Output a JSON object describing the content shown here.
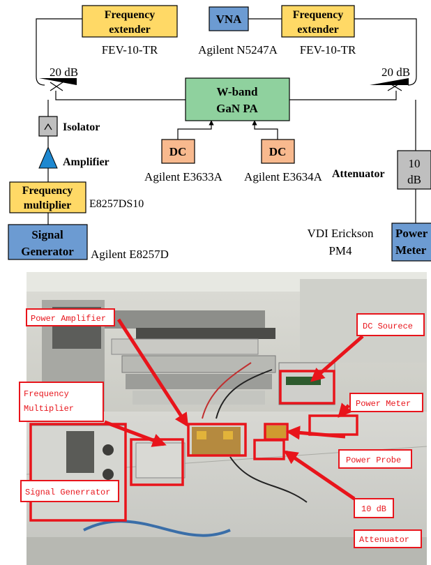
{
  "colors": {
    "yellow": "#FFD966",
    "blue": "#6C9BD2",
    "green": "#8FD19E",
    "orange": "#F8B98E",
    "gray": "#BFBFBF",
    "amp_blue": "#1E88D0",
    "callout_red": "#E8141B"
  },
  "diagram": {
    "boxes": {
      "freq_ext_left": [
        "Frequency",
        "extender"
      ],
      "vna": "VNA",
      "freq_ext_right": [
        "Frequency",
        "extender"
      ],
      "pa": [
        "W-band",
        "GaN PA"
      ],
      "dc_left": "DC",
      "dc_right": "DC",
      "freq_mult": [
        "Frequency",
        "multiplier"
      ],
      "sig_gen": [
        "Signal",
        "Generator"
      ],
      "atten": [
        "10",
        "dB"
      ],
      "power_meter": [
        "Power",
        "Meter"
      ]
    },
    "labels": {
      "fev_left": "FEV-10-TR",
      "vna_model": "Agilent N5247A",
      "fev_right": "FEV-10-TR",
      "coupler_left": "20 dB",
      "coupler_right": "20 dB",
      "isolator": "Isolator",
      "amplifier": "Amplifier",
      "dc_left_model": "Agilent E3633A",
      "dc_right_model": "Agilent E3634A",
      "attenuator": "Attenuator",
      "mult_model": "E8257DS10",
      "sig_gen_model": "Agilent E8257D",
      "pm_model": [
        "VDI Erickson",
        "PM4"
      ]
    }
  },
  "photo_callouts": {
    "power_amplifier": "Power Amplifier",
    "dc_source": "DC Sourece",
    "frequency_multiplier": [
      "Frequency",
      "Multiplier"
    ],
    "power_meter": "Power Meter",
    "power_probe": "Power Probe",
    "signal_generator": "Signal Generrator",
    "ten_db": "10 dB",
    "attenuator": "Attenuator"
  }
}
